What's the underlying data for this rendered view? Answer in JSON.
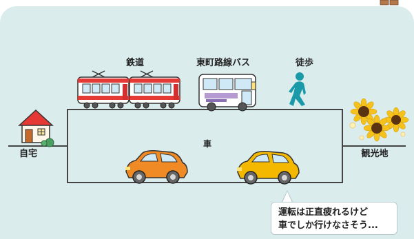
{
  "nodes": {
    "home": "自宅",
    "destination": "観光地"
  },
  "modes": {
    "rail": "鉄道",
    "bus": "東町路線バス",
    "walk": "徒歩",
    "car": "車"
  },
  "bubble": {
    "line1": "運転は正直疲れるけど",
    "line2": "車でしか行けなさそう..."
  },
  "colors": {
    "background": "#dbeced",
    "line": "#444444",
    "train_red": "#e53935",
    "car_orange": "#f08a24",
    "car_yellow": "#f5b800",
    "walker": "#1a9aa8",
    "sunflower_petal": "#f5c21b",
    "sunflower_center": "#5a3412"
  },
  "icons": {
    "home": "house-icon",
    "rail": "train-icon",
    "bus": "bus-icon",
    "walk": "walking-person-icon",
    "car": "car-icon",
    "destination": "sunflower-icon"
  }
}
